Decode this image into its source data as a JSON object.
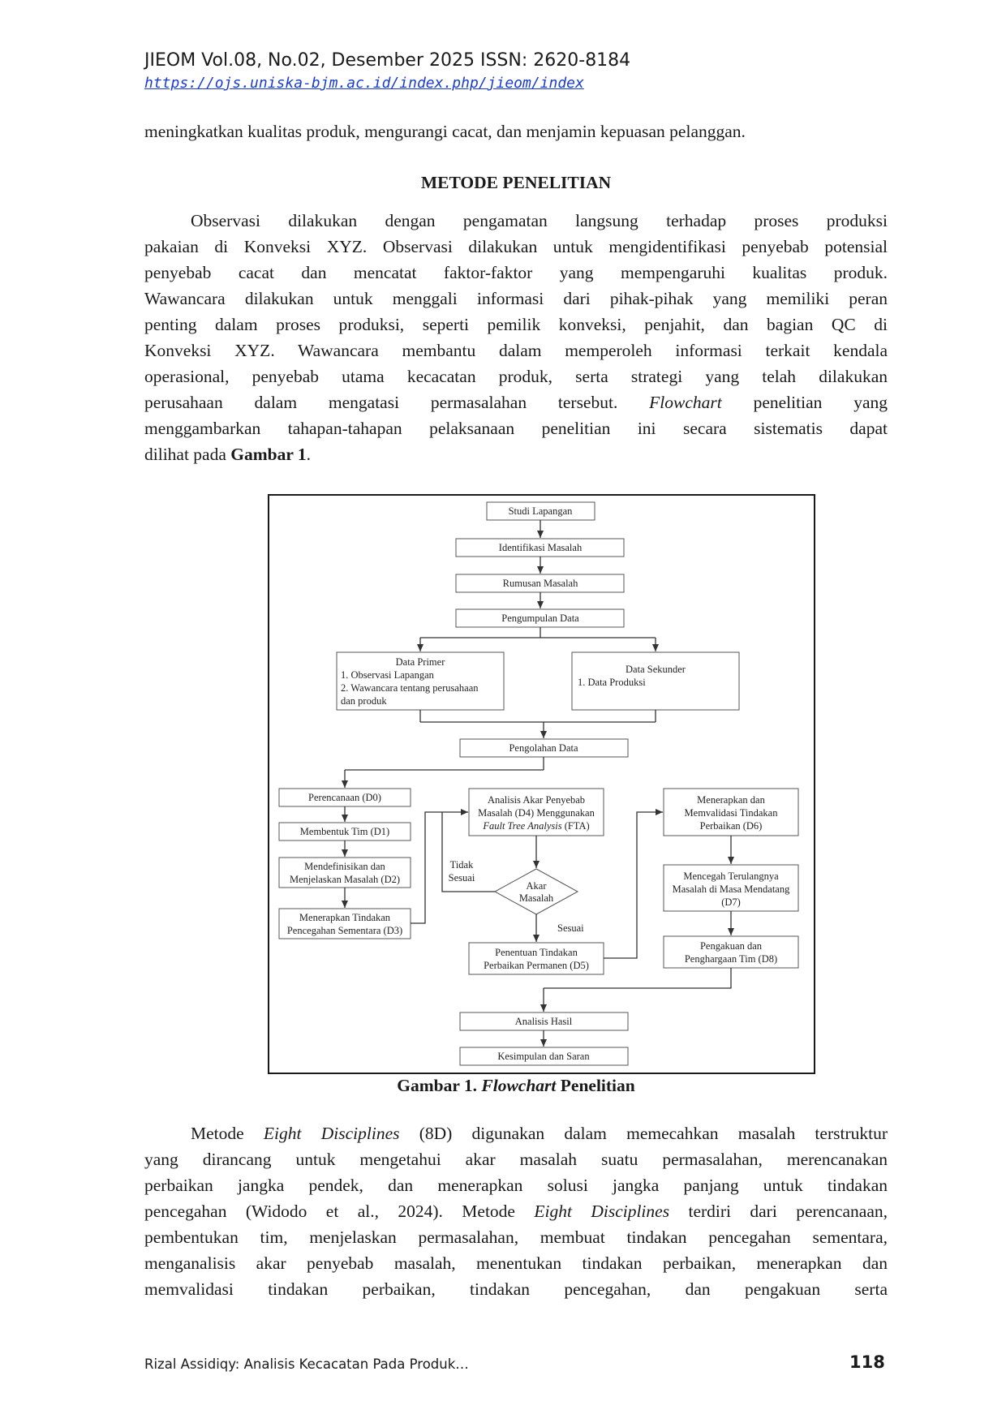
{
  "header": {
    "journal": "JIEOM Vol.08, No.02, Desember 2025 ISSN: 2620-8184",
    "url": "https://ojs.uniska-bjm.ac.id/index.php/jieom/index"
  },
  "intro_line": "meningkatkan kualitas produk, mengurangi cacat, dan menjamin kepuasan pelanggan.",
  "section_title": "METODE PENELITIAN",
  "para1": {
    "lines": [
      "Observasi dilakukan dengan pengamatan langsung terhadap proses produksi",
      "pakaian di Konveksi XYZ. Observasi dilakukan untuk mengidentifikasi penyebab potensial",
      "penyebab cacat dan mencatat faktor-faktor yang mempengaruhi kualitas produk.",
      "Wawancara dilakukan untuk menggali informasi dari pihak-pihak yang memiliki peran",
      "penting dalam proses produksi, seperti pemilik konveksi, penjahit, dan bagian QC di",
      "Konveksi XYZ. Wawancara membantu dalam memperoleh informasi terkait kendala",
      "operasional, penyebab utama kecacatan produk, serta strategi yang telah dilakukan",
      "perusahaan dalam mengatasi permasalahan tersebut.",
      "penelitian yang",
      "menggambarkan tahapan-tahapan pelaksanaan penelitian ini secara sistematis dapat",
      "dilihat pada",
      "."
    ],
    "flowchart_word": "Flowchart",
    "figure_ref": "Gambar 1"
  },
  "flowchart": {
    "studi_lapangan": "Studi Lapangan",
    "identifikasi": "Identifikasi Masalah",
    "rumusan": "Rumusan Masalah",
    "pengumpulan": "Pengumpulan Data",
    "primer_title": "Data Primer",
    "primer_1": "1. Observasi Lapangan",
    "primer_2a": "2. Wawancara tentang perusahaan",
    "primer_2b": "dan produk",
    "sekunder_title": "Data Sekunder",
    "sekunder_1": "1. Data Produksi",
    "pengolahan": "Pengolahan Data",
    "d0": "Perencanaan (D0)",
    "d1": "Membentuk Tim (D1)",
    "d2a": "Mendefinisikan dan",
    "d2b": "Menjelaskan Masalah (D2)",
    "d3a": "Menerapkan Tindakan",
    "d3b": "Pencegahan Sementara (D3)",
    "d4a": "Analisis Akar Penyebab",
    "d4b": "Masalah (D4) Menggunakan",
    "d4c_italic": "Fault Tree Analysis",
    "d4c_rest": " (FTA)",
    "tidak1": "Tidak",
    "tidak2": "Sesuai",
    "akar1": "Akar",
    "akar2": "Masalah",
    "sesuai": "Sesuai",
    "d5a": "Penentuan Tindakan",
    "d5b": "Perbaikan Permanen (D5)",
    "d6a": "Menerapkan dan",
    "d6b": "Memvalidasi Tindakan",
    "d6c": "Perbaikan (D6)",
    "d7a": "Mencegah Terulangnya",
    "d7b": "Masalah di Masa Mendatang",
    "d7c": "(D7)",
    "d8a": "Pengakuan dan",
    "d8b": "Penghargaan Tim (D8)",
    "analisis_hasil": "Analisis Hasil",
    "kesimpulan": "Kesimpulan dan Saran"
  },
  "caption": {
    "prefix": "Gambar 1.",
    "italic": "Flowchart",
    "suffix": "Penelitian"
  },
  "para2": {
    "l1_a": "Metode",
    "l1_italic": "Eight Disciplines",
    "l1_b": "(8D) digunakan dalam memecahkan masalah terstruktur",
    "l2": "yang dirancang untuk mengetahui akar masalah suatu permasalahan, merencanakan",
    "l3": "perbaikan jangka pendek, dan menerapkan solusi jangka panjang untuk tindakan",
    "l4_a": "pencegahan (Widodo et al., 2024). Metode",
    "l4_italic": "Eight Disciplines",
    "l4_b": "terdiri dari perencanaan,",
    "l5": "pembentukan tim, menjelaskan permasalahan, membuat tindakan pencegahan sementara,",
    "l6": "menganalisis akar penyebab masalah, menentukan tindakan perbaikan, menerapkan dan",
    "l7": "memvalidasi tindakan perbaikan, tindakan pencegahan, dan pengakuan serta"
  },
  "footer": {
    "author": "Rizal Assidiqy: Analisis Kecacatan Pada Produk…",
    "page": "118"
  }
}
